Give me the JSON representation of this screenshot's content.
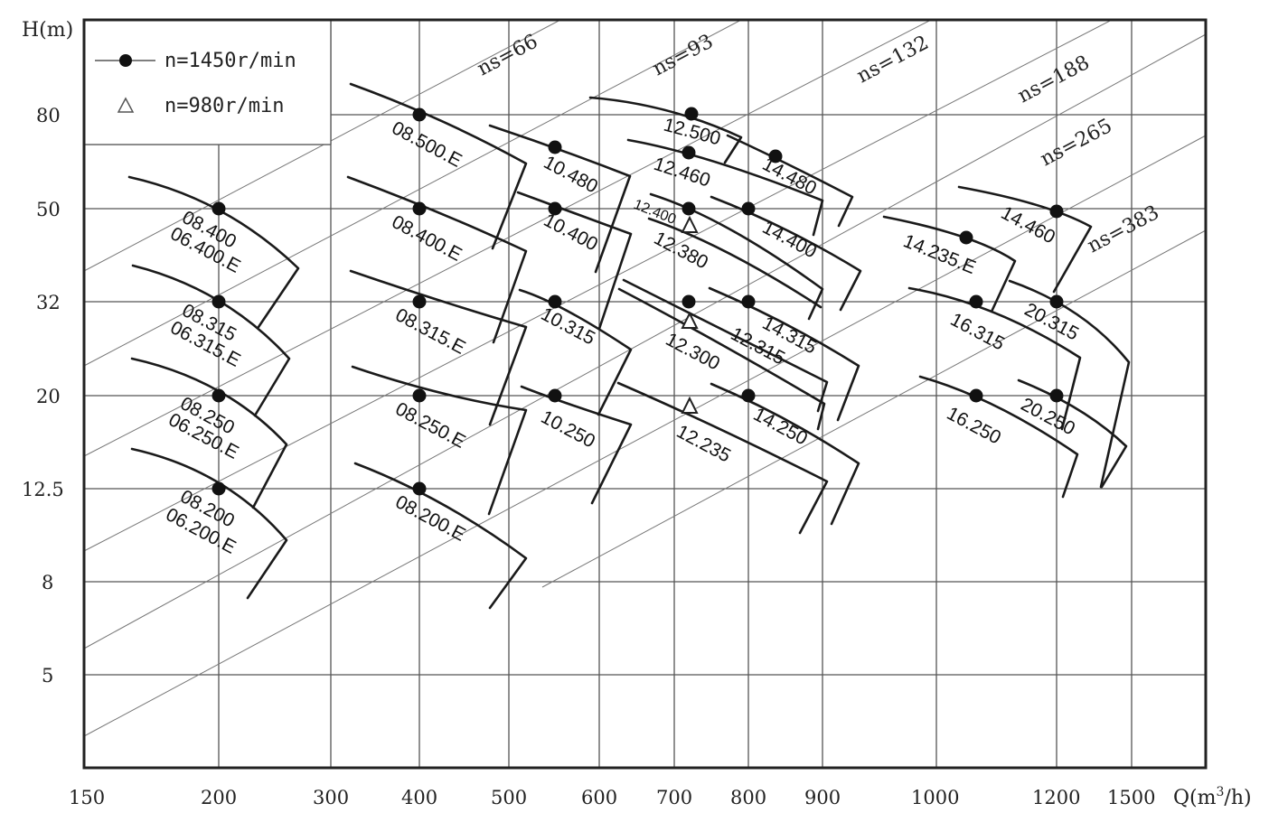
{
  "chart_data": {
    "type": "scatter",
    "title": "",
    "xlabel": "Q(m³/h)",
    "ylabel": "H(m)",
    "x_scale": "log",
    "y_scale": "log",
    "x_ticks": [
      150,
      200,
      300,
      400,
      500,
      600,
      700,
      800,
      900,
      1000,
      1200,
      1500
    ],
    "y_ticks": [
      5,
      8,
      12.5,
      20,
      32,
      50,
      80
    ],
    "grid": true,
    "legend": [
      {
        "marker": "filled-circle",
        "label": "n=1450r/min"
      },
      {
        "marker": "open-triangle",
        "label": "n=980r/min"
      }
    ],
    "legend_position": "top-left",
    "specific_speed_lines": [
      "ns=66",
      "ns=93",
      "ns=132",
      "ns=188",
      "ns=265",
      "ns=383"
    ],
    "series": [
      {
        "name": "n=1450r/min",
        "points": [
          {
            "label": "08.400 / 06.400.E",
            "Q": 200,
            "H": 50
          },
          {
            "label": "08.315 / 06.315.E",
            "Q": 200,
            "H": 32
          },
          {
            "label": "08.250 / 06.250.E",
            "Q": 200,
            "H": 20
          },
          {
            "label": "08.200 / 06.200.E",
            "Q": 200,
            "H": 12.5
          },
          {
            "label": "08.500.E",
            "Q": 400,
            "H": 80
          },
          {
            "label": "08.400.E",
            "Q": 400,
            "H": 50
          },
          {
            "label": "08.315.E",
            "Q": 400,
            "H": 32
          },
          {
            "label": "08.250.E",
            "Q": 400,
            "H": 20
          },
          {
            "label": "08.200.E",
            "Q": 400,
            "H": 12.5
          },
          {
            "label": "10.480",
            "Q": 550,
            "H": 65
          },
          {
            "label": "10.400",
            "Q": 550,
            "H": 50
          },
          {
            "label": "10.315",
            "Q": 550,
            "H": 32
          },
          {
            "label": "10.250",
            "Q": 550,
            "H": 20
          },
          {
            "label": "12.500",
            "Q": 720,
            "H": 80
          },
          {
            "label": "12.460",
            "Q": 720,
            "H": 65
          },
          {
            "label": "12.400",
            "Q": 720,
            "H": 50
          },
          {
            "label": "12.315",
            "Q": 720,
            "H": 32
          },
          {
            "label": "14.480",
            "Q": 840,
            "H": 62
          },
          {
            "label": "14.400",
            "Q": 800,
            "H": 50
          },
          {
            "label": "14.315",
            "Q": 800,
            "H": 32
          },
          {
            "label": "14.250",
            "Q": 800,
            "H": 20
          },
          {
            "label": "14.235.E",
            "Q": 1070,
            "H": 44
          },
          {
            "label": "14.460",
            "Q": 1200,
            "H": 49
          },
          {
            "label": "16.315",
            "Q": 1100,
            "H": 32
          },
          {
            "label": "16.250",
            "Q": 1100,
            "H": 20
          },
          {
            "label": "20.315",
            "Q": 1200,
            "H": 32
          },
          {
            "label": "20.250",
            "Q": 1200,
            "H": 20
          }
        ]
      },
      {
        "name": "n=980r/min",
        "points": [
          {
            "label": "12.380",
            "Q": 720,
            "H": 46
          },
          {
            "label": "12.300",
            "Q": 720,
            "H": 29
          },
          {
            "label": "12.235",
            "Q": 720,
            "H": 18.5
          }
        ]
      }
    ]
  },
  "axes": {
    "y_title": "H(m)",
    "x_title_prefix": "Q(m",
    "x_title_sup": "3",
    "x_title_suffix": "/h)",
    "x_tick_labels": [
      "150",
      "200",
      "300",
      "400",
      "500",
      "600",
      "700",
      "800",
      "900",
      "1000",
      "1200",
      "1500"
    ],
    "y_tick_labels": [
      "80",
      "50",
      "32",
      "20",
      "12.5",
      "8",
      "5"
    ]
  },
  "legend": {
    "item1": "n=1450r/min",
    "item2": "n=980r/min"
  },
  "ns_labels": {
    "ns66": "ns=66",
    "ns93": "ns=93",
    "ns132": "ns=132",
    "ns188": "ns=188",
    "ns265": "ns=265",
    "ns383": "ns=383"
  },
  "pumps": {
    "p08_400": "08.400",
    "p06_400E": "06.400.E",
    "p08_315": "08.315",
    "p06_315E": "06.315.E",
    "p08_250": "08.250",
    "p06_250E": "06.250.E",
    "p08_200": "08.200",
    "p06_200E": "06.200.E",
    "p08_500E": "08.500.E",
    "p08_400E": "08.400.E",
    "p08_315E": "08.315.E",
    "p08_250E": "08.250.E",
    "p08_200E": "08.200.E",
    "p10_480": "10.480",
    "p10_400": "10.400",
    "p10_315": "10.315",
    "p10_250": "10.250",
    "p12_500": "12.500",
    "p12_460": "12.460",
    "p12_400": "12.400",
    "p12_380": "12.380",
    "p12_300": "12.300",
    "p12_315": "12.315",
    "p12_235": "12.235",
    "p14_480": "14.480",
    "p14_400": "14.400",
    "p14_315": "14.315",
    "p14_250": "14.250",
    "p14_235E": "14.235.E",
    "p14_460": "14.460",
    "p16_315": "16.315",
    "p16_250": "16.250",
    "p20_315": "20.315",
    "p20_250": "20.250"
  }
}
